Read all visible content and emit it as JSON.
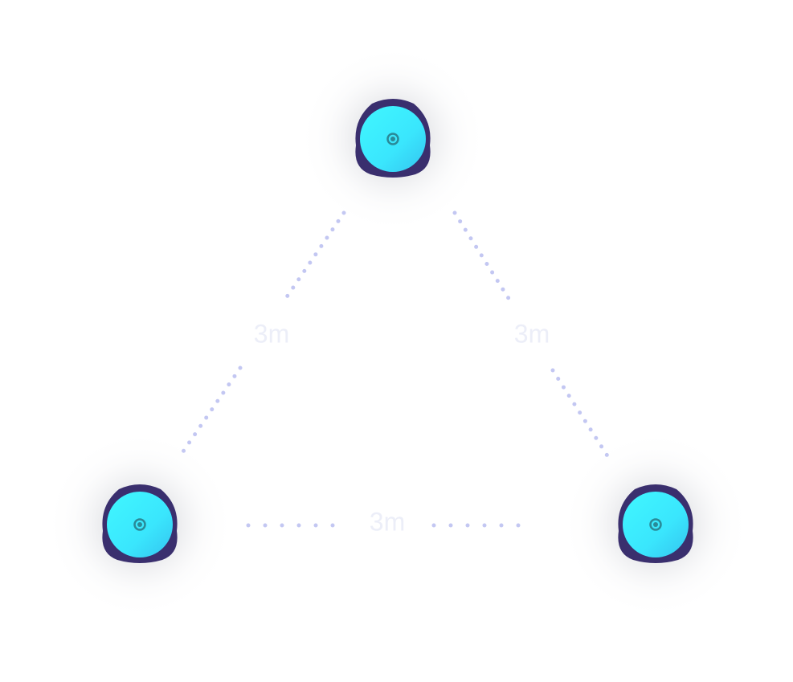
{
  "colors": {
    "background": "#ffffff",
    "sensor_face": "#3ef3ff",
    "sensor_face_dark": "#35c8f0",
    "sensor_shell": "#3a2f6e",
    "sensor_center": "#2a8a98",
    "dotted_line": "#c3c7f2",
    "label_text": "#eceef8"
  },
  "sensors": [
    {
      "id": "top",
      "icon": "sensor-node-icon"
    },
    {
      "id": "bottom-left",
      "icon": "sensor-node-icon"
    },
    {
      "id": "bottom-right",
      "icon": "sensor-node-icon"
    }
  ],
  "distances": [
    {
      "id": "left-edge",
      "label": "3m"
    },
    {
      "id": "right-edge",
      "label": "3m"
    },
    {
      "id": "bottom-edge",
      "label": "3m"
    }
  ]
}
